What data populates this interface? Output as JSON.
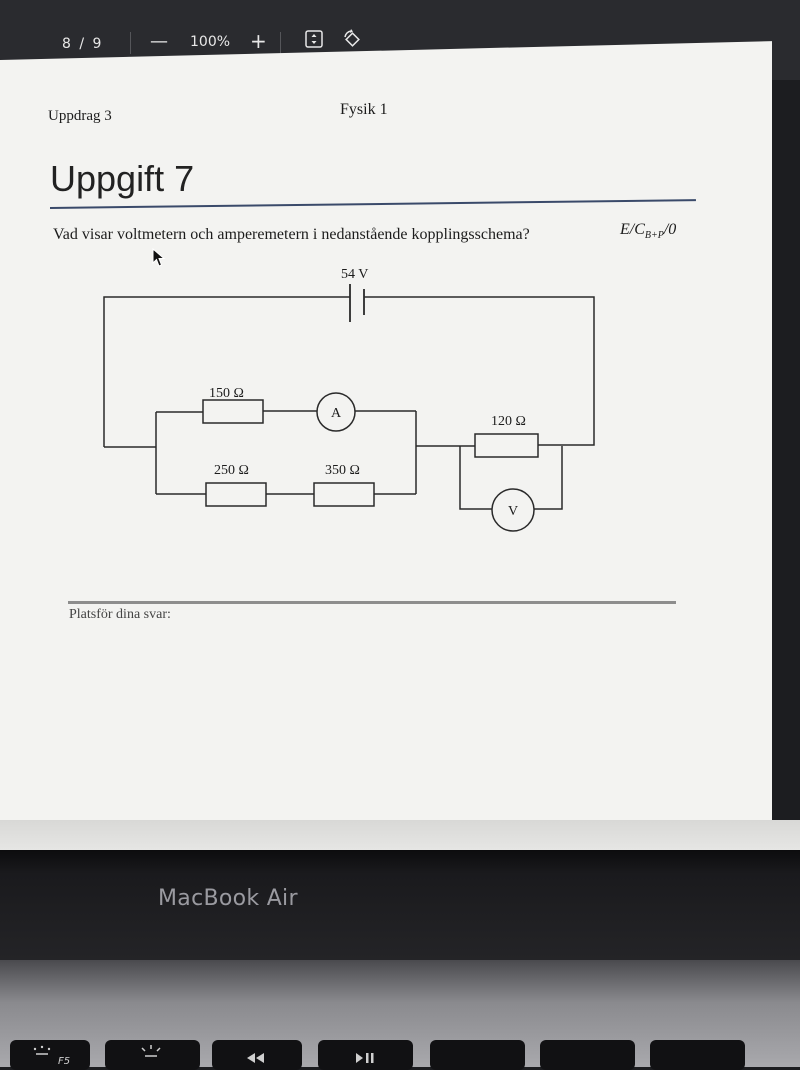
{
  "toolbar": {
    "page_current": "8",
    "page_separator": "/",
    "page_total": "9",
    "zoom_out_label": "—",
    "zoom_level": "100%",
    "zoom_in_label": "+"
  },
  "document": {
    "header_left": "Uppdrag 3",
    "header_center": "Fysik 1",
    "title": "Uppgift 7",
    "question": "Vad visar voltmetern och amperemetern i nedanstående kopplingsschema?",
    "grade_code": "E/C",
    "grade_code_sub": "B+P",
    "grade_code_suffix": "/0",
    "answer_label": "Platsför dina svar:"
  },
  "circuit": {
    "battery_label": "54 V",
    "r1_label": "150 Ω",
    "r2_label": "250 Ω",
    "r3_label": "350 Ω",
    "r4_label": "120 Ω",
    "ammeter_label": "A",
    "voltmeter_label": "V"
  },
  "laptop": {
    "brand": "MacBook Air",
    "key_f5": "F5"
  },
  "colors": {
    "toolbar_bg": "#2a2b2f",
    "page_bg": "#f3f3f1",
    "title_rule": "#3a4a6a",
    "wire": "#2a2a2a"
  }
}
